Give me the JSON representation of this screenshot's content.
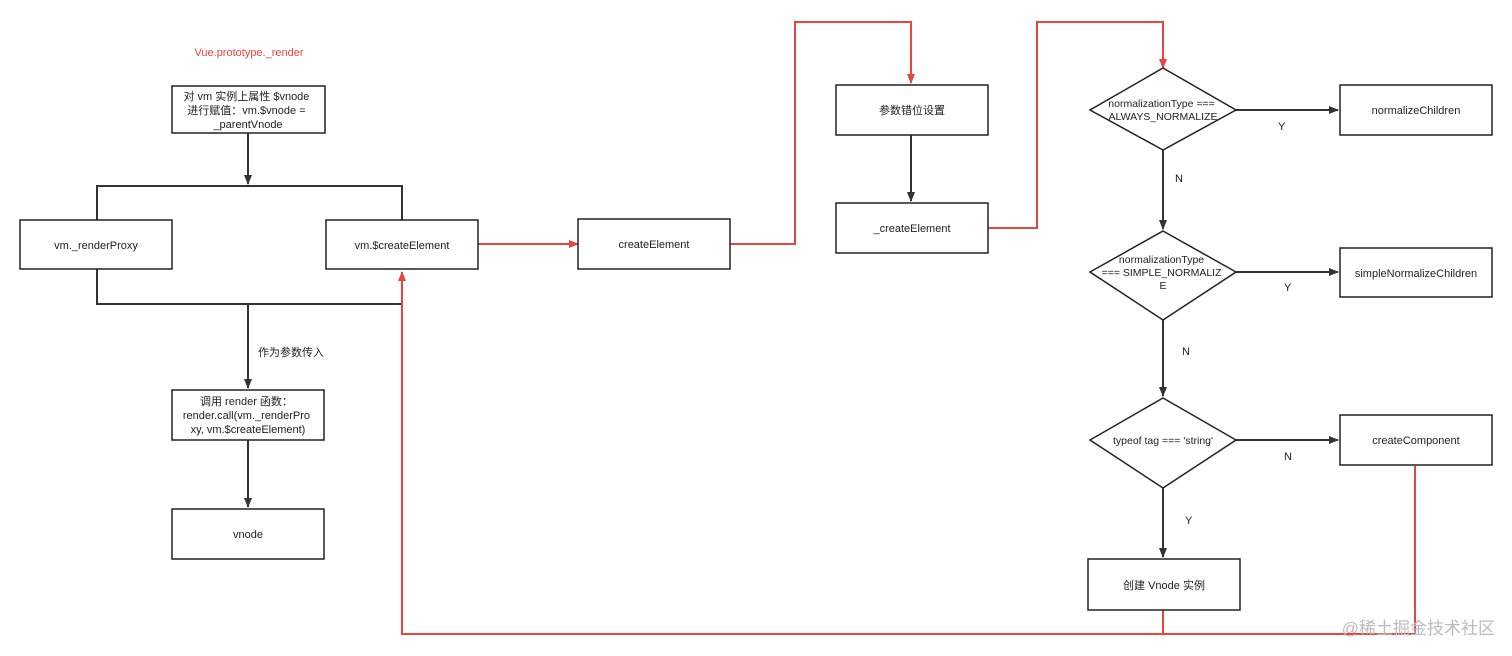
{
  "title": "Vue.prototype._render",
  "watermark": "@稀土掘金技术社区",
  "colors": {
    "black_line": "#333333",
    "red_line": "#e8453c",
    "title": "#e8453c",
    "box_border": "#222222",
    "text": "#222222",
    "watermark": "#bbbbbb"
  },
  "nodes": {
    "assign_vnode": [
      "对 vm 实例上属性 $vnode",
      "进行赋值：vm.$vnode =",
      "_parentVnode"
    ],
    "render_proxy": [
      "vm._renderProxy"
    ],
    "create_element_vm": [
      "vm.$createElement"
    ],
    "call_render": [
      "调用 render 函数：",
      "render.call(vm._renderPro",
      "xy, vm.$createElement)"
    ],
    "vnode": [
      "vnode"
    ],
    "create_element": [
      "createElement"
    ],
    "param_shift": [
      "参数错位设置"
    ],
    "_create_element": [
      "_createElement"
    ],
    "dec_always": [
      "normalizationType ===",
      "ALWAYS_NORMALIZE"
    ],
    "dec_simple": [
      "normalizationType",
      "=== SIMPLE_NORMALIZ",
      "E"
    ],
    "dec_string": [
      "typeof tag === 'string'"
    ],
    "normalize_children": [
      "normalizeChildren"
    ],
    "simple_normalize_children": [
      "simpleNormalizeChildren"
    ],
    "create_component": [
      "createComponent"
    ],
    "create_vnode": [
      "创建 Vnode 实例"
    ]
  },
  "edge_labels": {
    "pass_as_param": "作为参数传入",
    "always_yes": "Y",
    "always_no": "N",
    "simple_yes": "Y",
    "simple_no": "N",
    "string_no": "N",
    "string_yes": "Y"
  }
}
